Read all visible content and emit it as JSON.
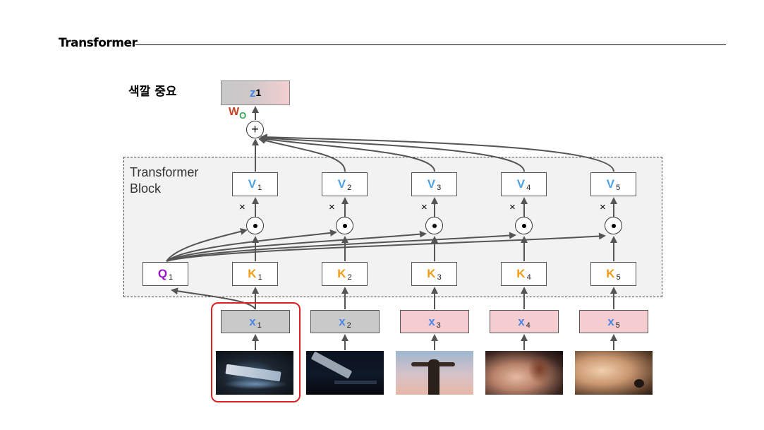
{
  "header": {
    "title": "Transformer"
  },
  "note": "색깔 중요",
  "block": {
    "label_line1": "Transformer",
    "label_line2": "Block"
  },
  "output": {
    "letter": "z",
    "sub": "1"
  },
  "wo": {
    "w": "W",
    "o": "O"
  },
  "sum_symbol": "+",
  "times_symbol": "×",
  "values": [
    {
      "letter": "V",
      "sub": "1"
    },
    {
      "letter": "V",
      "sub": "2"
    },
    {
      "letter": "V",
      "sub": "3"
    },
    {
      "letter": "V",
      "sub": "4"
    },
    {
      "letter": "V",
      "sub": "5"
    }
  ],
  "keys": [
    {
      "letter": "K",
      "sub": "1"
    },
    {
      "letter": "K",
      "sub": "2"
    },
    {
      "letter": "K",
      "sub": "3"
    },
    {
      "letter": "K",
      "sub": "4"
    },
    {
      "letter": "K",
      "sub": "5"
    }
  ],
  "query": {
    "letter": "Q",
    "sub": "1"
  },
  "inputs": [
    {
      "letter": "x",
      "sub": "1"
    },
    {
      "letter": "x",
      "sub": "2"
    },
    {
      "letter": "x",
      "sub": "3"
    },
    {
      "letter": "x",
      "sub": "4"
    },
    {
      "letter": "x",
      "sub": "5"
    }
  ],
  "colors": {
    "value": "#4aa3e8",
    "key": "#f39c12",
    "query": "#9b10c8",
    "input": "#4a86e8",
    "w": "#cc4125",
    "o": "#34a853",
    "input_gray": "#c9c9c9",
    "input_pink": "#f5cccf",
    "highlight": "#e02020"
  }
}
